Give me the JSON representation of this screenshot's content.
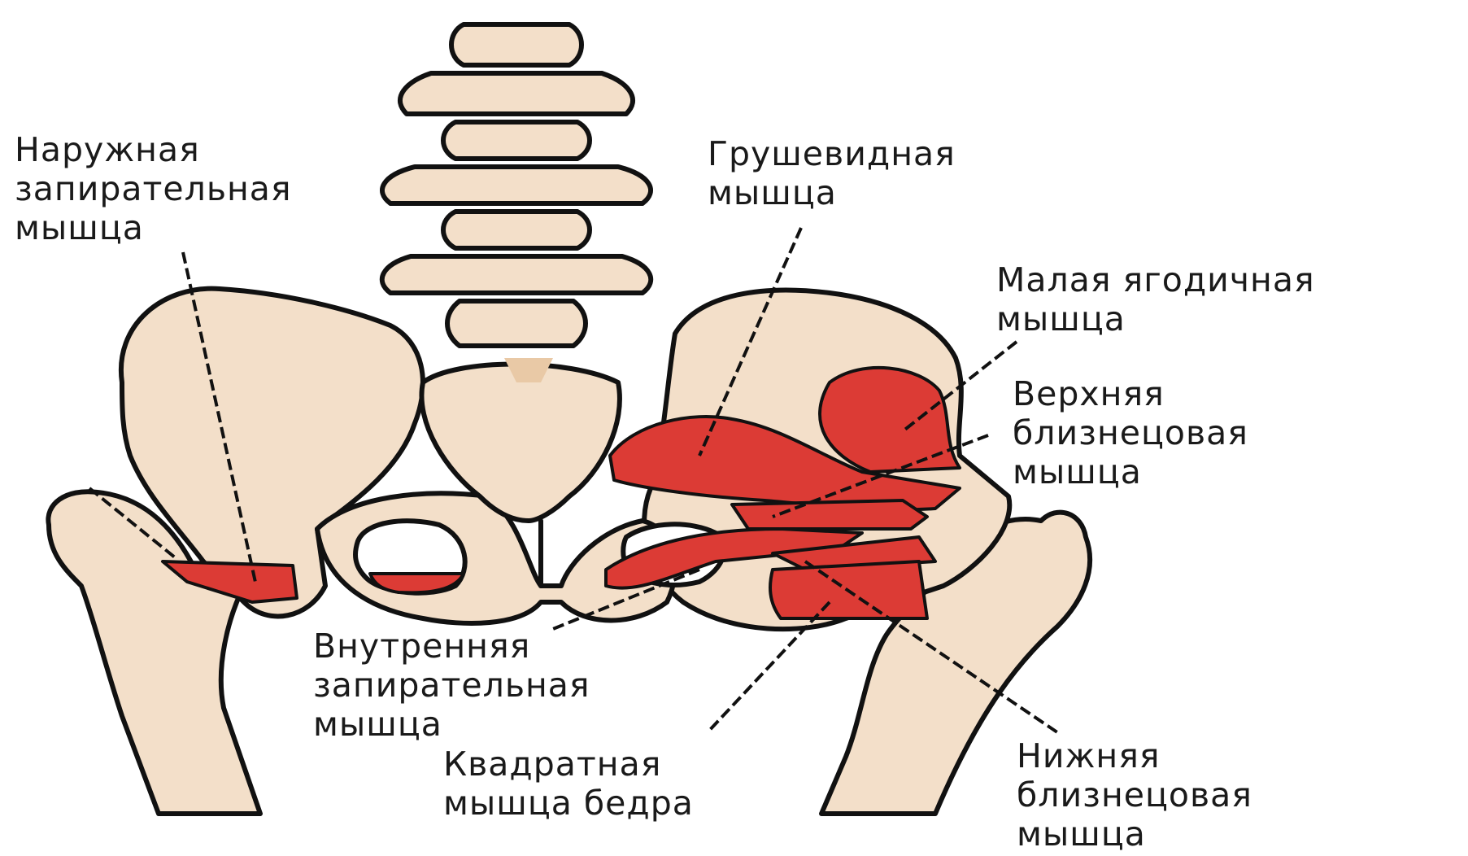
{
  "colors": {
    "bone": "#f3dfc9",
    "bone_dark": "#e9c9a6",
    "outline": "#111111",
    "muscle": "#dc3b35",
    "background": "#ffffff"
  },
  "labels": {
    "obturator_externus": [
      "Наружная",
      "запирательная",
      "мышца"
    ],
    "piriformis": [
      "Грушевидная",
      "мышца"
    ],
    "gluteus_minimus": [
      "Малая ягодичная",
      "мышца"
    ],
    "gemellus_superior": [
      "Верхняя",
      "близнецовая",
      "мышца"
    ],
    "obturator_internus": [
      "Внутренняя",
      "запирательная",
      "мышца"
    ],
    "quadratus_femoris": [
      "Квадратная",
      "мышца бедра"
    ],
    "gemellus_inferior": [
      "Нижняя",
      "близнецовая",
      "мышца"
    ]
  }
}
